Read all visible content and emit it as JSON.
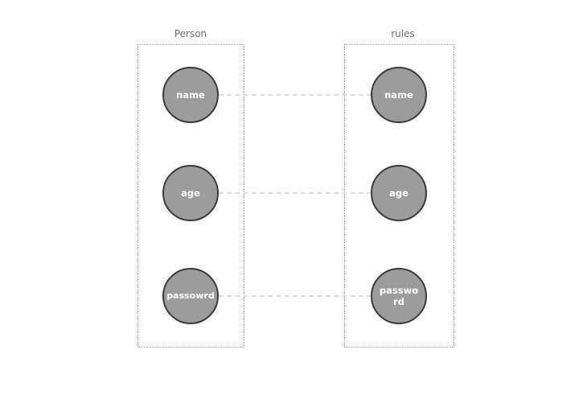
{
  "diagram": {
    "left_title": "Person",
    "right_title": "rules",
    "left_nodes": [
      {
        "label": "name"
      },
      {
        "label": "age"
      },
      {
        "label": "passowrd"
      }
    ],
    "right_nodes": [
      {
        "label": "name"
      },
      {
        "label": "age"
      },
      {
        "label": "password"
      }
    ]
  },
  "colors": {
    "node_fill": "#9c9c9c",
    "node_stroke": "#3a3a3a",
    "node_text": "#ffffff",
    "connector": "#dcdcdc",
    "group_border": "#9a9a9a"
  }
}
